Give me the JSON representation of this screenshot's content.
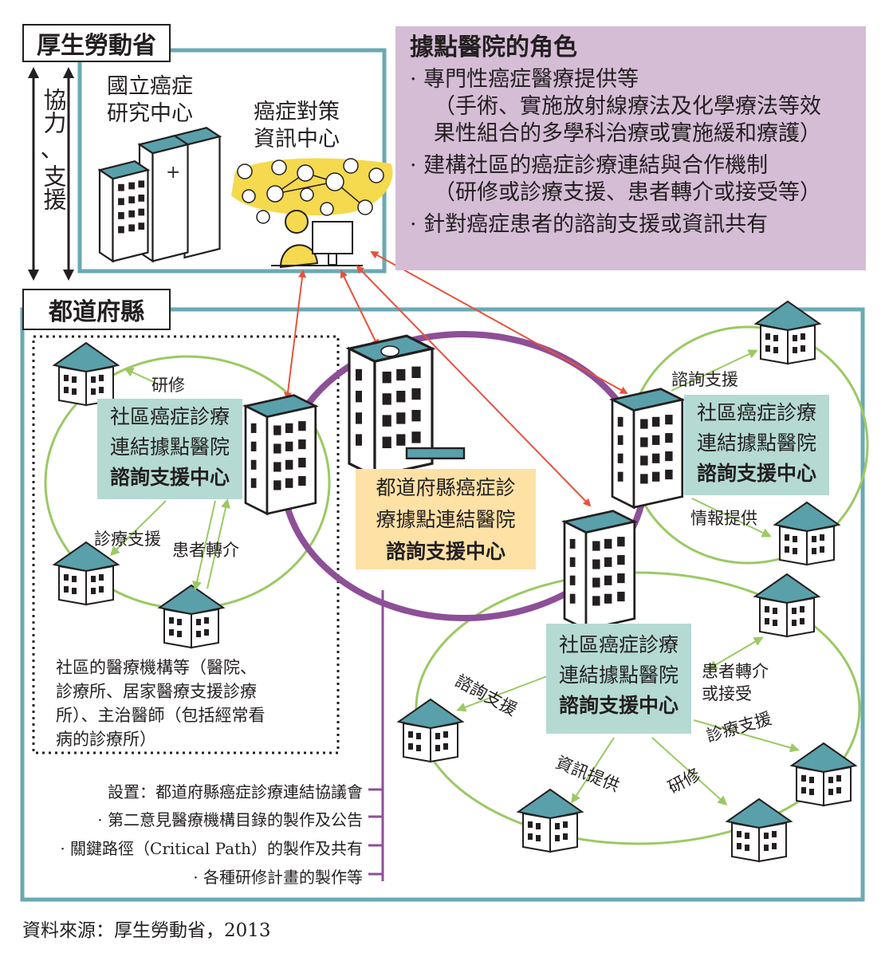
{
  "tags": {
    "ministry": "厚生勞動省",
    "prefecture": "都道府縣",
    "cooperation_line1": "協力",
    "cooperation_line2": "、",
    "cooperation_line3": "支援"
  },
  "ministry_box": {
    "research_center_line1": "國立癌症",
    "research_center_line2": "研究中心",
    "info_center_line1": "癌症對策",
    "info_center_line2": "資訊中心"
  },
  "roles": {
    "title": "據點醫院的角色",
    "items": [
      {
        "main": "· 專門性癌症醫療提供等",
        "sub": [
          "（手術、實施放射線療法及化學療法等效",
          "果性組合的多學科治療或實施緩和療護）"
        ]
      },
      {
        "main": "· 建構社區的癌症診療連結與合作機制",
        "sub": [
          "（研修或診療支援、患者轉介或接受等）"
        ]
      },
      {
        "main": "· 針對癌症患者的諮詢支援或資訊共有",
        "sub": []
      }
    ]
  },
  "hub_left": {
    "line1": "社區癌症診療",
    "line2": "連結據點醫院",
    "center": "諮詢支援中心"
  },
  "hub_right": {
    "line1": "社區癌症診療",
    "line2": "連結據點醫院",
    "center": "諮詢支援中心"
  },
  "hub_bottom": {
    "line1": "社區癌症診療",
    "line2": "連結據點醫院",
    "center": "諮詢支援中心"
  },
  "prefecture_hub": {
    "line1": "都道府縣癌症診",
    "line2": "療據點連結醫院",
    "center": "諮詢支援中心"
  },
  "labels": {
    "left_training": "研修",
    "left_support": "診療支援",
    "left_referral": "患者轉介",
    "right_consult": "諮詢支援",
    "right_info": "情報提供",
    "bottom_referral_line1": "患者轉介",
    "bottom_referral_line2": "或接受",
    "bottom_consult": "諮詢支援",
    "bottom_support": "診療支援",
    "bottom_info": "資訊提供",
    "bottom_training": "研修"
  },
  "community": {
    "line1": "社區的醫療機構等（醫院、",
    "line2": "診療所、居家醫療支援診療",
    "line3": "所）、主治醫師（包括經常看",
    "line4": "病的診療所）"
  },
  "council_items": [
    "設置：都道府縣癌症診療連結協議會",
    "· 第二意見醫療機構目錄的製作及公告",
    "· 關鍵路徑（Critical Path）的製作及共有",
    "· 各種研修計畫的製作等"
  ],
  "source": "資料來源：厚生勞動省，2013",
  "colors": {
    "teal_frame": "#6aa9b3",
    "purple_ring": "#8d4f97",
    "green_ring": "#9bc963",
    "arrow_red": "#e8513b",
    "roles_bg": "#d5bdd6",
    "hub_bg": "#b4dad3",
    "pref_bg": "#fde1a5"
  }
}
